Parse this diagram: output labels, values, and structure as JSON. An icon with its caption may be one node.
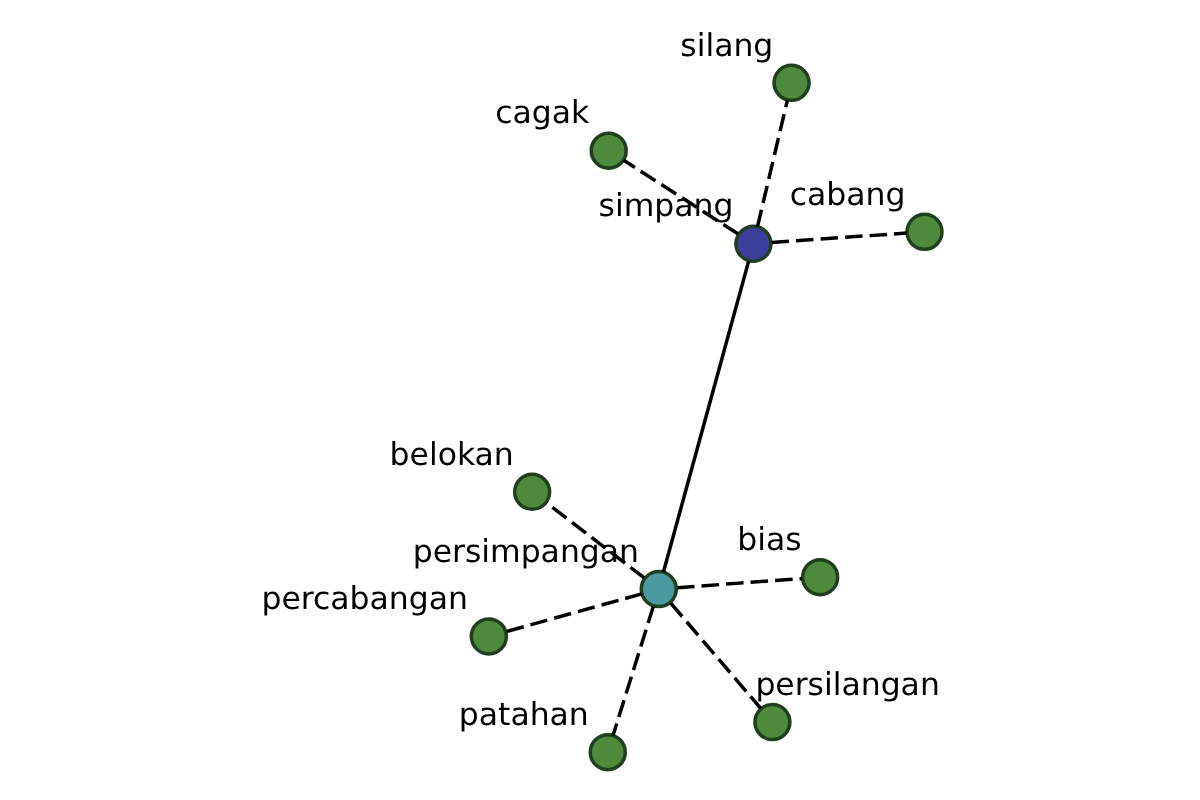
{
  "diagram": {
    "nodes": [
      {
        "text": [
          "simpang"
        ]
      },
      {
        "text": [
          "persimpangan"
        ]
      },
      {
        "text": [
          "cabang"
        ]
      },
      {
        "text": [
          "cagak"
        ]
      },
      {
        "text": [
          "silang"
        ]
      },
      {
        "text": [
          "patahan"
        ]
      },
      {
        "text": [
          "bias"
        ]
      },
      {
        "text": [
          "belokan"
        ]
      },
      {
        "text": [
          "percabangan"
        ]
      },
      {
        "text": [
          "persilangan"
        ]
      }
    ],
    "edges": [
      {
        "from": 0,
        "to": 1,
        "arrow": "none"
      },
      {
        "from": 0,
        "to": 2,
        "arrow": "none",
        "style": "dashed"
      },
      {
        "from": 0,
        "to": 3,
        "arrow": "none",
        "style": "dashed"
      },
      {
        "from": 0,
        "to": 4,
        "arrow": "none",
        "style": "dashed"
      },
      {
        "from": 1,
        "to": 5,
        "arrow": "none",
        "style": "dashed"
      },
      {
        "from": 1,
        "to": 6,
        "arrow": "none",
        "style": "dashed"
      },
      {
        "from": 1,
        "to": 7,
        "arrow": "none",
        "style": "dashed"
      },
      {
        "from": 1,
        "to": 8,
        "arrow": "none",
        "style": "dashed"
      },
      {
        "from": 1,
        "to": 9,
        "arrow": "none",
        "style": "dashed"
      }
    ]
  }
}
